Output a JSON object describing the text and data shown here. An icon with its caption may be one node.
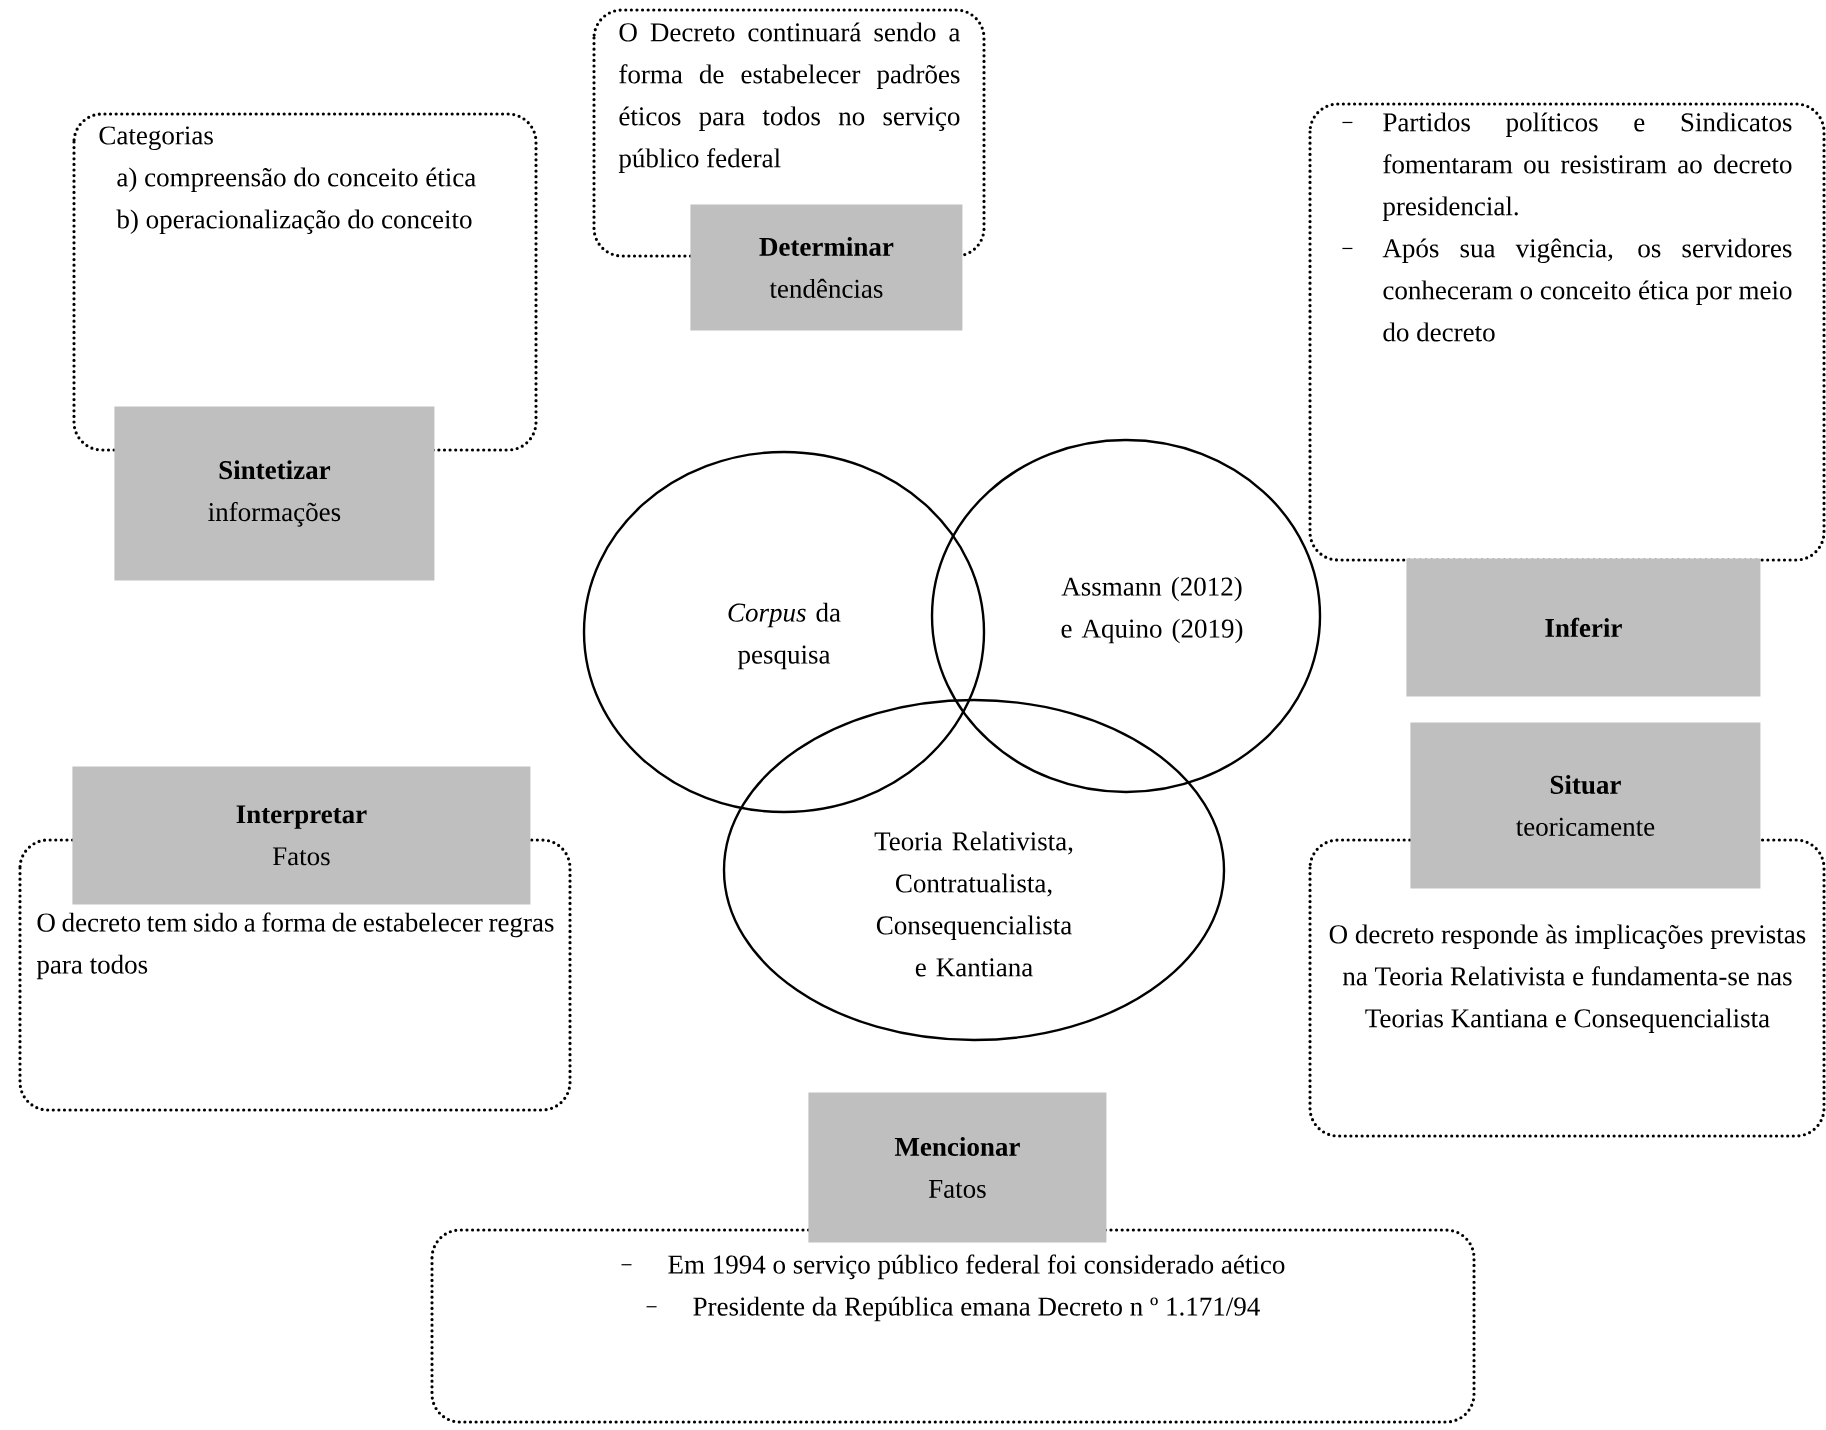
{
  "diagram": {
    "nodes": [
      {
        "text": [
          "O Decreto continuará sendo a forma de estabelecer padrões éticos para todos no serviço público federal"
        ]
      },
      {
        "text": [
          "Determinar",
          "tendências"
        ]
      },
      {
        "text": [
          "Categorias",
          "a) compreensão do conceito ética",
          "b) operacionalização do conceito"
        ]
      },
      {
        "text": [
          "Sintetizar",
          "informações"
        ]
      },
      {
        "text": [
          "Partidos políticos e Sindicatos fomentaram ou resistiram ao decreto presidencial.",
          "Após sua vigência, os servidores conheceram o conceito ética por meio do decreto"
        ]
      },
      {
        "text": [
          "Inferir"
        ]
      },
      {
        "text": [
          "Situar",
          "teoricamente"
        ]
      },
      {
        "text": [
          "O decreto responde às implicações previstas na Teoria Relativista e fundamenta-se nas Teorias Kantiana e Consequencialista"
        ]
      },
      {
        "text": [
          "Interpretar",
          "Fatos"
        ]
      },
      {
        "text": [
          "O decreto tem sido a forma de estabelecer regras para todos"
        ]
      },
      {
        "text": [
          "*Corpus* da pesquisa"
        ]
      },
      {
        "text": [
          "Assmann (2012) e Aquino (2019)"
        ]
      },
      {
        "text": [
          "Teoria Relativista, Contratualista, Consequencialista e Kantiana"
        ]
      },
      {
        "text": [
          "Mencionar",
          "Fatos"
        ]
      },
      {
        "text": [
          "Em 1994 o serviço público federal foi considerado aético",
          "Presidente da República emana Decreto n º 1.171/94"
        ]
      }
    ]
  }
}
